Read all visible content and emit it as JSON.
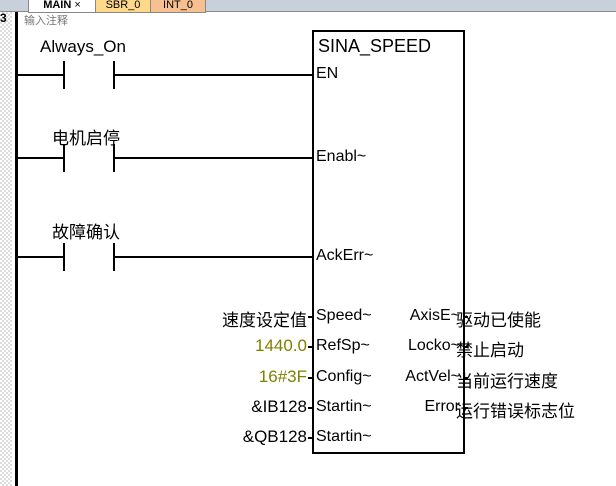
{
  "tabs": [
    {
      "label": "MAIN",
      "close": "×"
    },
    {
      "label": "SBR_0"
    },
    {
      "label": "INT_0"
    }
  ],
  "network_number": "3",
  "comment": "输入注释",
  "contacts": [
    "Always_On",
    "电机启停",
    "故障确认"
  ],
  "block": {
    "title": "SINA_SPEED",
    "in_pins": [
      "EN",
      "Enabl~",
      "AckErr~",
      "Speed~",
      "RefSp~",
      "Config~",
      "Startin~",
      "Startin~"
    ],
    "out_pins": [
      "AxisE~",
      "Locko~",
      "ActVel~",
      "Error"
    ],
    "in_values": [
      "速度设定值",
      "1440.0",
      "16#3F",
      "&IB128",
      "&QB128"
    ],
    "out_values": [
      "驱动已使能",
      "禁止启动",
      "当前运行速度",
      "运行错误标志位"
    ]
  },
  "colors": {
    "constant": "#808000"
  }
}
